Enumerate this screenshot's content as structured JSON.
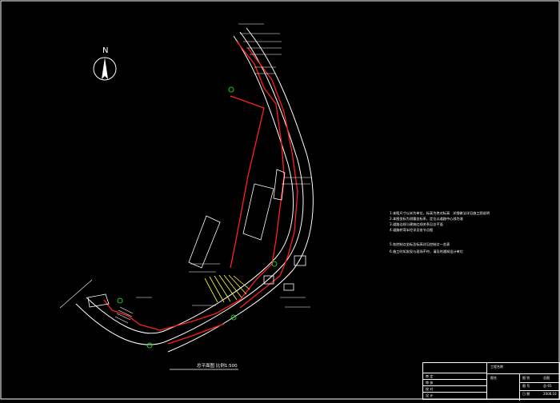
{
  "drawing": {
    "north_label": "N",
    "plan_title": "总平面图  比例1:500",
    "colors": {
      "background": "#000000",
      "road_lines": "#ffffff",
      "boundary": "#ff2020",
      "hatch": "#ffff40",
      "markers": "#20ff20",
      "frame": "#ffffff"
    },
    "notes": [
      "1.本图尺寸以米为单位，标高为绝对标高",
      "2.本图坐标为测量坐标系，定位以道路中心线为准",
      "3.道路边线与建筑红线关系见总平面",
      "4.道路转弯半径详见各节点图",
      "5.各控制点坐标及标高详见控制点一览表",
      "6.施工时如发现与现场不符，请及时通知设计单位"
    ],
    "notes_right": "详细做法详见施工图说明"
  },
  "title_block": {
    "project_label": "工程名称",
    "drawing_label": "图名",
    "rows": [
      "审 定",
      "审 核",
      "校 对",
      "设 计"
    ],
    "right_labels": [
      "图 别",
      "图 号",
      "日 期"
    ],
    "right_values": [
      "总图",
      "总-01",
      "2008.10"
    ]
  }
}
